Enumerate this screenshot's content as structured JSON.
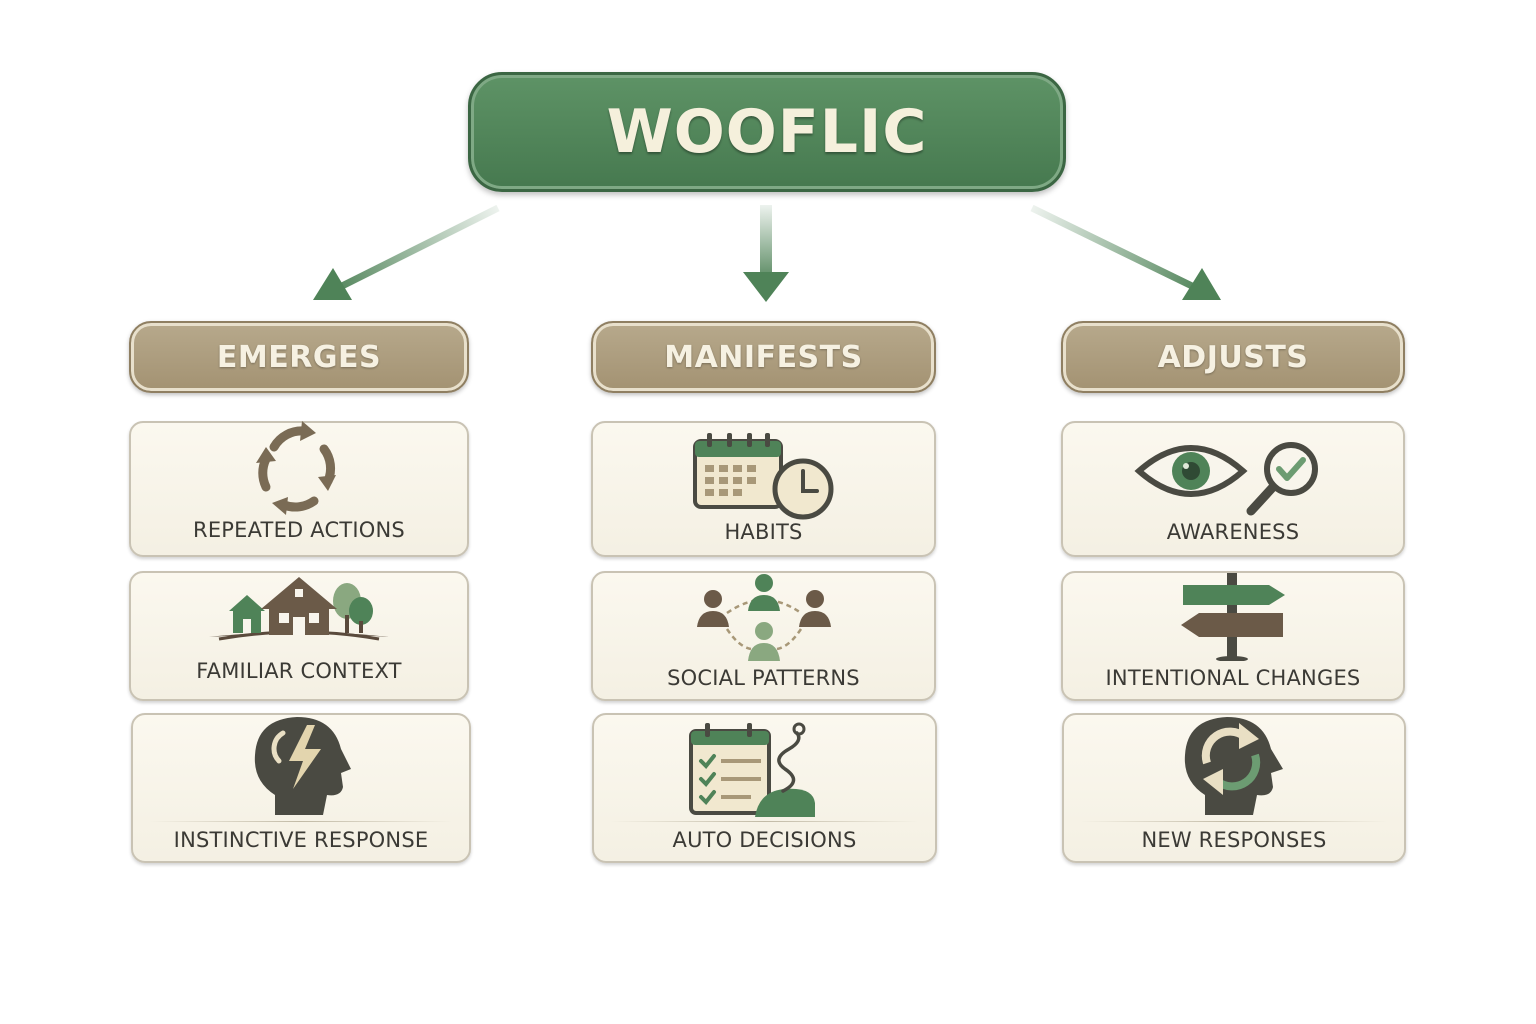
{
  "root": {
    "title": "WOOFLIC"
  },
  "colors": {
    "green": "#4f8358",
    "dark_green": "#3b6643",
    "tan": "#a89878",
    "brown": "#6b5a48",
    "dark_gray": "#4a4a42",
    "card_bg": "#f8f5ec"
  },
  "columns": [
    {
      "title": "EMERGES",
      "items": [
        {
          "label": "REPEATED ACTIONS",
          "icon": "cycle-arrows-icon"
        },
        {
          "label": "FAMILIAR CONTEXT",
          "icon": "house-landscape-icon"
        },
        {
          "label": "INSTINCTIVE RESPONSE",
          "icon": "head-lightning-icon"
        }
      ]
    },
    {
      "title": "MANIFESTS",
      "items": [
        {
          "label": "HABITS",
          "icon": "calendar-clock-icon"
        },
        {
          "label": "SOCIAL PATTERNS",
          "icon": "people-network-icon"
        },
        {
          "label": "AUTO DECISIONS",
          "icon": "checklist-path-icon"
        }
      ]
    },
    {
      "title": "ADJUSTS",
      "items": [
        {
          "label": "AWARENESS",
          "icon": "eye-magnifier-icon"
        },
        {
          "label": "INTENTIONAL CHANGES",
          "icon": "signpost-icon"
        },
        {
          "label": "NEW RESPONSES",
          "icon": "head-refresh-icon"
        }
      ]
    }
  ]
}
